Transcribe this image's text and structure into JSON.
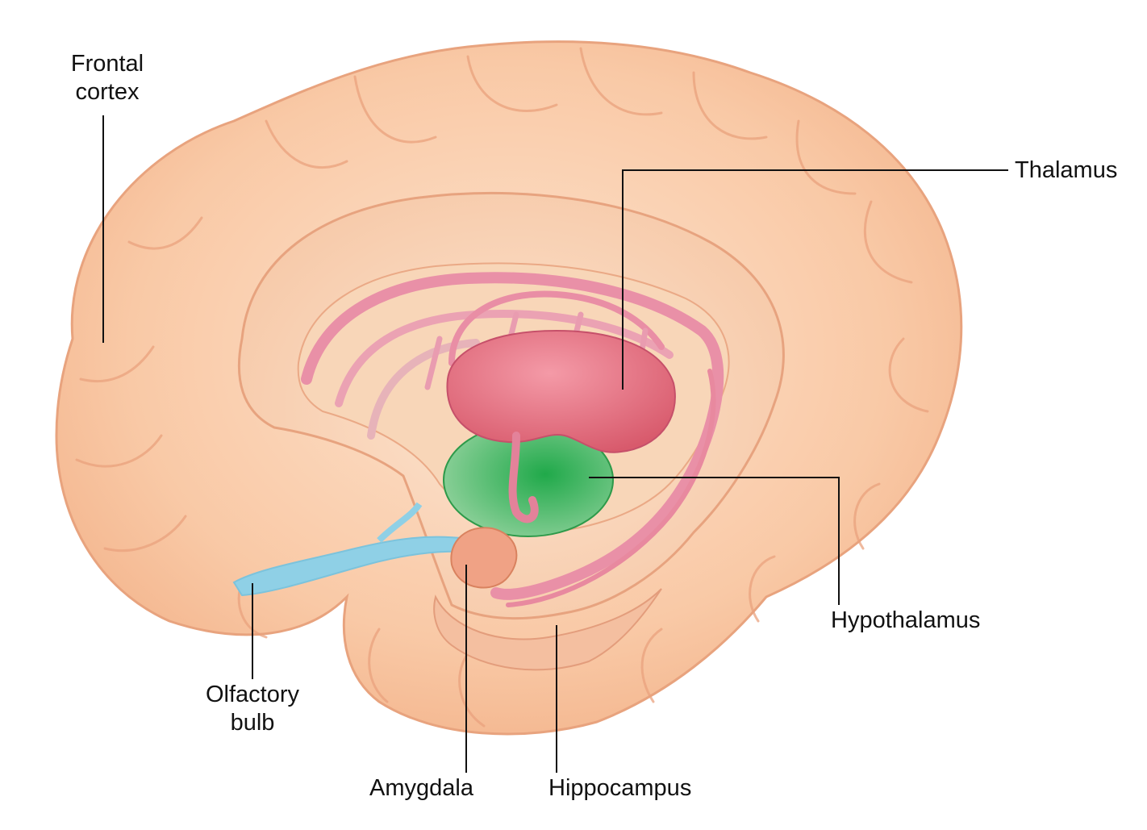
{
  "labels": {
    "frontal_cortex": {
      "line1": "Frontal",
      "line2": "cortex"
    },
    "thalamus": "Thalamus",
    "hypothalamus": "Hypothalamus",
    "olfactory_bulb": {
      "line1": "Olfactory",
      "line2": "bulb"
    },
    "amygdala": "Amygdala",
    "hippocampus": "Hippocampus"
  },
  "colors": {
    "cortex": "#f9c8a4",
    "cortex_outline": "#e8a37e",
    "fornix": "#ec9aae",
    "thalamus": "#e4707f",
    "hypothalamus": "#3fb05a",
    "amygdala": "#f0a285",
    "olfactory": "#8fd0e6",
    "leader": "#111111"
  }
}
